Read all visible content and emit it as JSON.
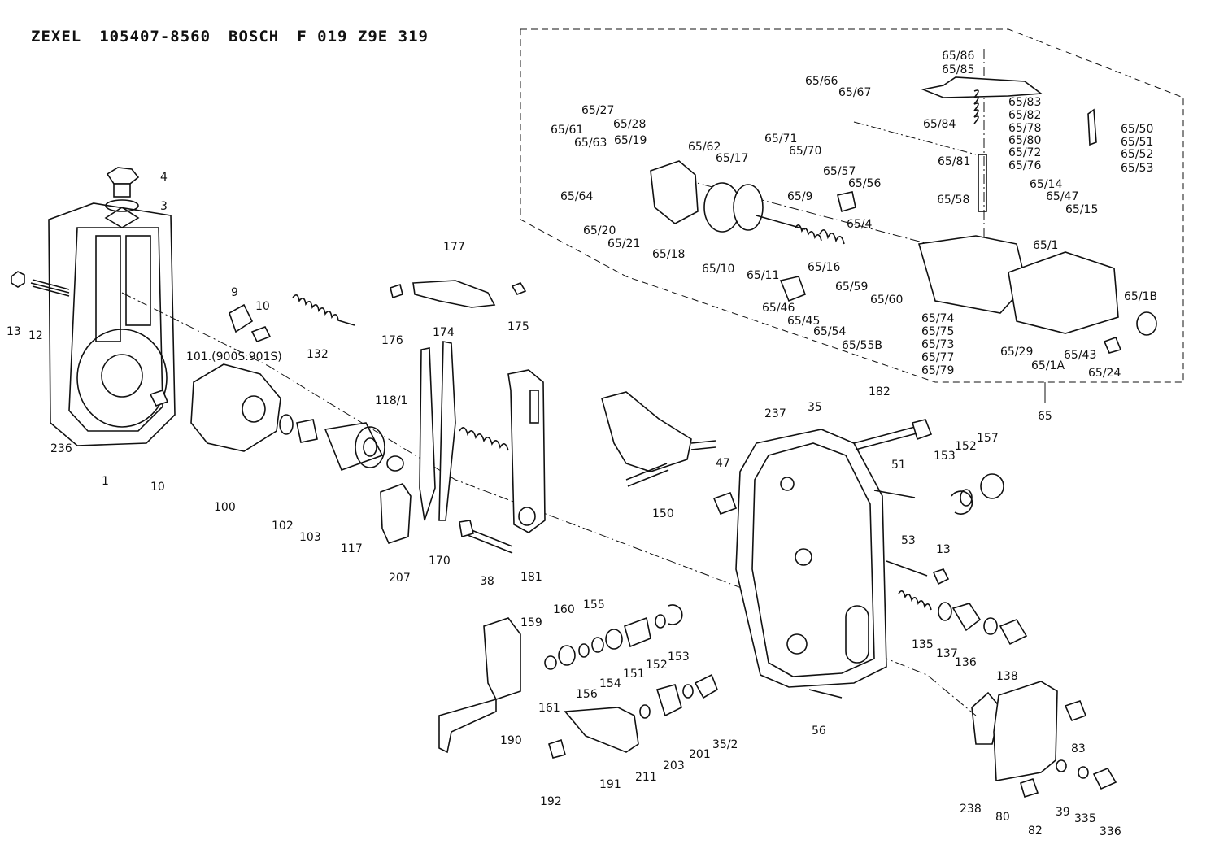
{
  "header": {
    "brand": "ZEXEL",
    "zexel_number": "105407-8560",
    "oem": "BOSCH",
    "oem_number": "F 019 Z9E 319"
  },
  "callouts": [
    {
      "id": "c1",
      "text": "4"
    },
    {
      "id": "c2",
      "text": "3"
    },
    {
      "id": "c3",
      "text": "13"
    },
    {
      "id": "c4",
      "text": "12"
    },
    {
      "id": "c5",
      "text": "236"
    },
    {
      "id": "c6",
      "text": "1"
    },
    {
      "id": "c7",
      "text": "10"
    },
    {
      "id": "c8",
      "text": "9"
    },
    {
      "id": "c9",
      "text": "10"
    },
    {
      "id": "c10",
      "text": "132"
    },
    {
      "id": "c11",
      "text": "101.(900S.901S)"
    },
    {
      "id": "c12",
      "text": "100"
    },
    {
      "id": "c13",
      "text": "102"
    },
    {
      "id": "c14",
      "text": "103"
    },
    {
      "id": "c15",
      "text": "117"
    },
    {
      "id": "c16",
      "text": "118/1"
    },
    {
      "id": "c17",
      "text": "177"
    },
    {
      "id": "c18",
      "text": "176"
    },
    {
      "id": "c19",
      "text": "174"
    },
    {
      "id": "c20",
      "text": "175"
    },
    {
      "id": "c21",
      "text": "207"
    },
    {
      "id": "c22",
      "text": "170"
    },
    {
      "id": "c23",
      "text": "38"
    },
    {
      "id": "c24",
      "text": "181"
    },
    {
      "id": "c25",
      "text": "150"
    },
    {
      "id": "c26",
      "text": "47"
    },
    {
      "id": "c27",
      "text": "237"
    },
    {
      "id": "c28",
      "text": "35"
    },
    {
      "id": "c29",
      "text": "182"
    },
    {
      "id": "c30",
      "text": "51"
    },
    {
      "id": "c31",
      "text": "153"
    },
    {
      "id": "c32",
      "text": "152"
    },
    {
      "id": "c33",
      "text": "157"
    },
    {
      "id": "c34",
      "text": "53"
    },
    {
      "id": "c35",
      "text": "13"
    },
    {
      "id": "c36",
      "text": "135"
    },
    {
      "id": "c37",
      "text": "137"
    },
    {
      "id": "c38",
      "text": "136"
    },
    {
      "id": "c39",
      "text": "138"
    },
    {
      "id": "c40",
      "text": "56"
    },
    {
      "id": "c41",
      "text": "159"
    },
    {
      "id": "c42",
      "text": "160"
    },
    {
      "id": "c43",
      "text": "155"
    },
    {
      "id": "c44",
      "text": "161"
    },
    {
      "id": "c45",
      "text": "156"
    },
    {
      "id": "c46",
      "text": "154"
    },
    {
      "id": "c47",
      "text": "151"
    },
    {
      "id": "c48",
      "text": "152"
    },
    {
      "id": "c49",
      "text": "153"
    },
    {
      "id": "c50",
      "text": "190"
    },
    {
      "id": "c51",
      "text": "191"
    },
    {
      "id": "c52",
      "text": "192"
    },
    {
      "id": "c53",
      "text": "211"
    },
    {
      "id": "c54",
      "text": "203"
    },
    {
      "id": "c55",
      "text": "201"
    },
    {
      "id": "c56",
      "text": "35/2"
    },
    {
      "id": "c57",
      "text": "238"
    },
    {
      "id": "c58",
      "text": "80"
    },
    {
      "id": "c59",
      "text": "82"
    },
    {
      "id": "c60",
      "text": "83"
    },
    {
      "id": "c61",
      "text": "39"
    },
    {
      "id": "c62",
      "text": "335"
    },
    {
      "id": "c63",
      "text": "336"
    },
    {
      "id": "c64",
      "text": "65"
    },
    {
      "id": "c65",
      "text": "65/86"
    },
    {
      "id": "c66",
      "text": "65/85"
    },
    {
      "id": "c67",
      "text": "65/66"
    },
    {
      "id": "c68",
      "text": "65/67"
    },
    {
      "id": "c69",
      "text": "65/83"
    },
    {
      "id": "c70",
      "text": "65/82"
    },
    {
      "id": "c71",
      "text": "65/78"
    },
    {
      "id": "c72",
      "text": "65/80"
    },
    {
      "id": "c73",
      "text": "65/72"
    },
    {
      "id": "c74",
      "text": "65/84"
    },
    {
      "id": "c75",
      "text": "65/50"
    },
    {
      "id": "c76",
      "text": "65/51"
    },
    {
      "id": "c77",
      "text": "65/52"
    },
    {
      "id": "c78",
      "text": "65/53"
    },
    {
      "id": "c79",
      "text": "65/27"
    },
    {
      "id": "c80",
      "text": "65/28"
    },
    {
      "id": "c81",
      "text": "65/61"
    },
    {
      "id": "c82",
      "text": "65/63"
    },
    {
      "id": "c83",
      "text": "65/19"
    },
    {
      "id": "c84",
      "text": "65/62"
    },
    {
      "id": "c85",
      "text": "65/17"
    },
    {
      "id": "c86",
      "text": "65/71"
    },
    {
      "id": "c87",
      "text": "65/70"
    },
    {
      "id": "c88",
      "text": "65/81"
    },
    {
      "id": "c89",
      "text": "65/76"
    },
    {
      "id": "c90",
      "text": "65/57"
    },
    {
      "id": "c91",
      "text": "65/56"
    },
    {
      "id": "c92",
      "text": "65/14"
    },
    {
      "id": "c93",
      "text": "65/47"
    },
    {
      "id": "c94",
      "text": "65/15"
    },
    {
      "id": "c95",
      "text": "65/64"
    },
    {
      "id": "c96",
      "text": "65/9"
    },
    {
      "id": "c97",
      "text": "65/58"
    },
    {
      "id": "c98",
      "text": "65/20"
    },
    {
      "id": "c99",
      "text": "65/21"
    },
    {
      "id": "c100",
      "text": "65/18"
    },
    {
      "id": "c101",
      "text": "65/4"
    },
    {
      "id": "c102",
      "text": "65/1"
    },
    {
      "id": "c103",
      "text": "65/10"
    },
    {
      "id": "c104",
      "text": "65/11"
    },
    {
      "id": "c105",
      "text": "65/16"
    },
    {
      "id": "c106",
      "text": "65/59"
    },
    {
      "id": "c107",
      "text": "65/60"
    },
    {
      "id": "c108",
      "text": "65/1B"
    },
    {
      "id": "c109",
      "text": "65/46"
    },
    {
      "id": "c110",
      "text": "65/45"
    },
    {
      "id": "c111",
      "text": "65/54"
    },
    {
      "id": "c112",
      "text": "65/55B"
    },
    {
      "id": "c113",
      "text": "65/74"
    },
    {
      "id": "c114",
      "text": "65/75"
    },
    {
      "id": "c115",
      "text": "65/73"
    },
    {
      "id": "c116",
      "text": "65/77"
    },
    {
      "id": "c117",
      "text": "65/79"
    },
    {
      "id": "c118",
      "text": "65/29"
    },
    {
      "id": "c119",
      "text": "65/43"
    },
    {
      "id": "c120",
      "text": "65/1A"
    },
    {
      "id": "c121",
      "text": "65/24"
    }
  ]
}
